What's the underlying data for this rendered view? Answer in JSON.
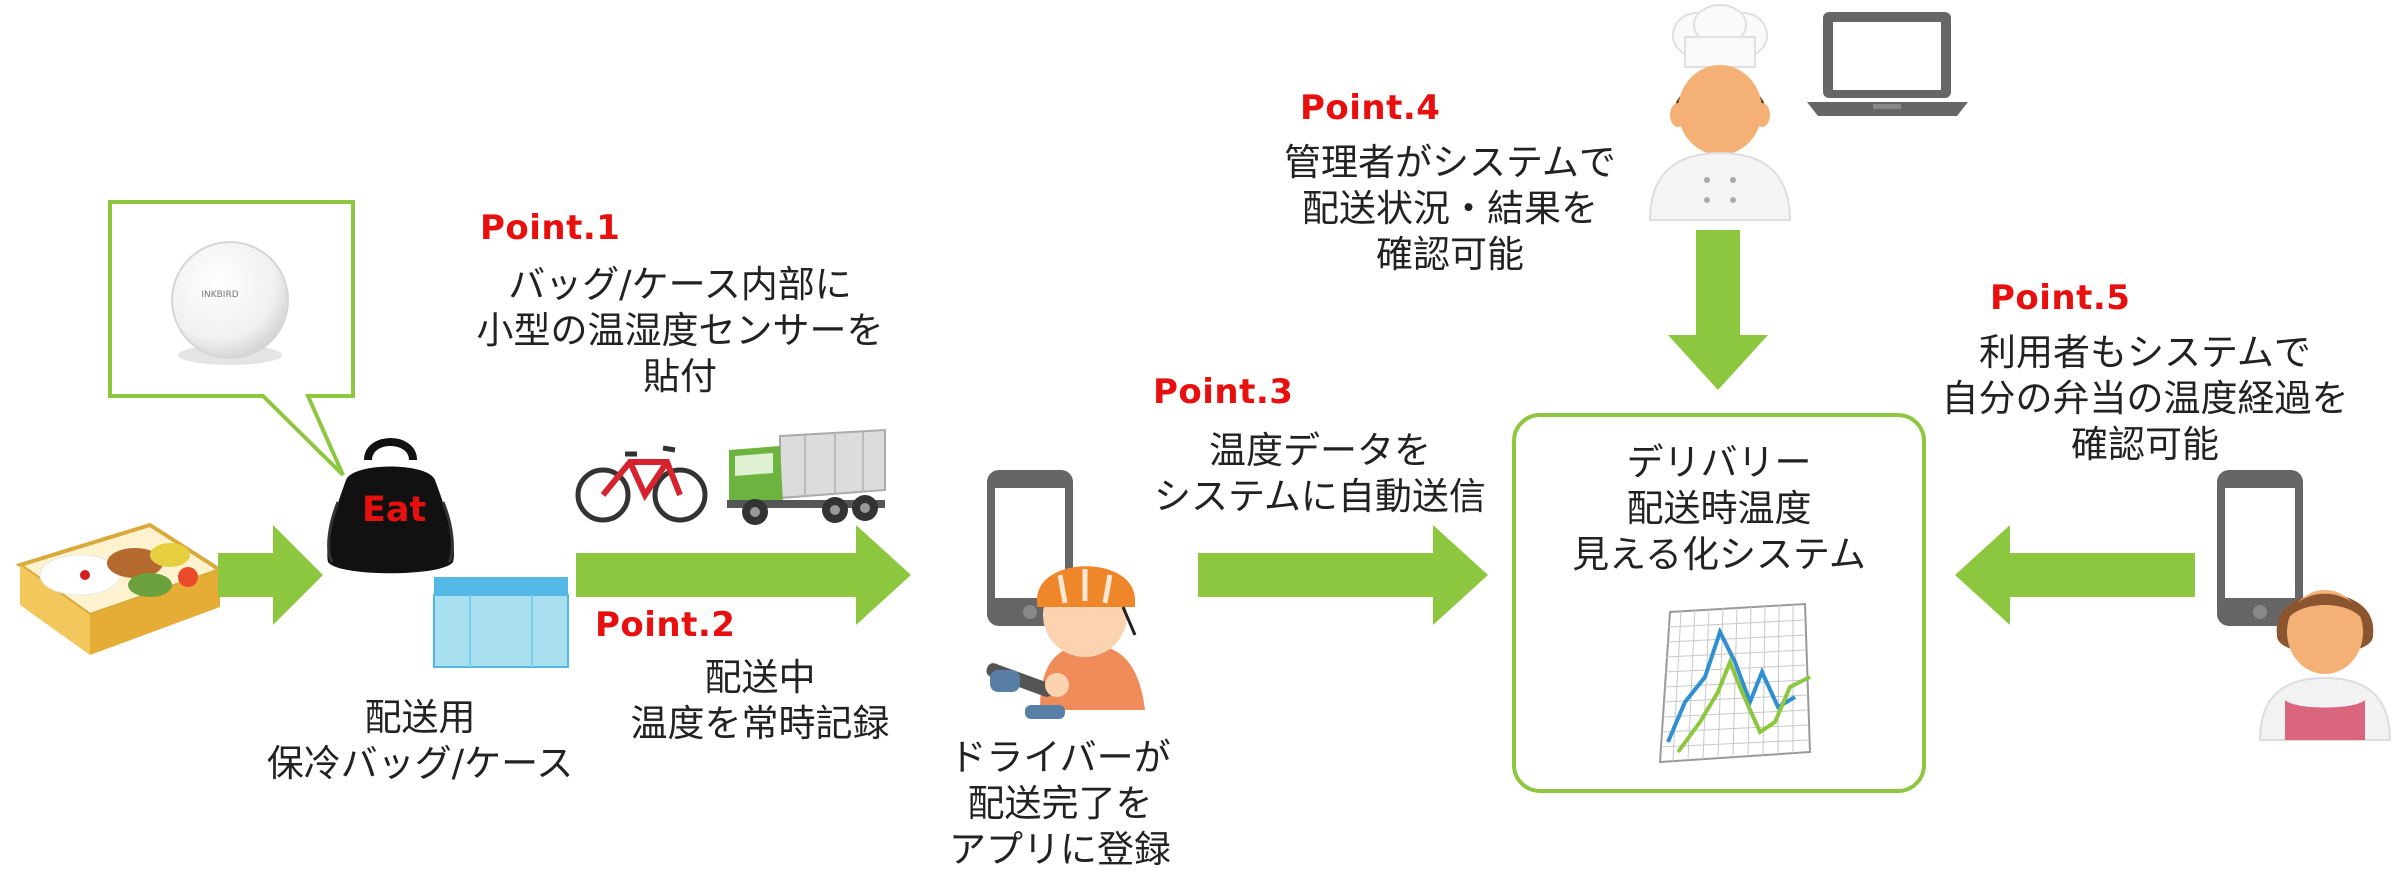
{
  "colors": {
    "arrow_green": "#8dc63f",
    "box_green": "#8dc63f",
    "point_red": "#e8100f",
    "bag_label_red": "#e8100f"
  },
  "points": {
    "p1": "Point.1",
    "p2": "Point.2",
    "p3": "Point.3",
    "p4": "Point.4",
    "p5": "Point.5"
  },
  "texts": {
    "p1_lines": [
      "バッグ/ケース内部に",
      "小型の温湿度センサーを",
      "貼付"
    ],
    "p2_lines": [
      "配送中",
      "温度を常時記録"
    ],
    "p3_lines": [
      "温度データを",
      "システムに自動送信"
    ],
    "p4_lines": [
      "管理者がシステムで",
      "配送状況・結果を",
      "確認可能"
    ],
    "p5_lines": [
      "利用者もシステムで",
      "自分の弁当の温度経過を",
      "確認可能"
    ],
    "bag_caption": [
      "配送用",
      "保冷バッグ/ケース"
    ],
    "driver_caption": [
      "ドライバーが",
      "配送完了を",
      "アプリに登録"
    ],
    "system_box": [
      "デリバリー",
      "配送時温度",
      "見える化システム"
    ],
    "bag_label": "Eat",
    "sensor_brand": "INKBIRD"
  },
  "icons": {
    "bento": "bento-box-icon",
    "sensor": "temperature-sensor-icon",
    "bag": "cooler-bag-icon",
    "case": "cooler-case-icon",
    "bicycle": "bicycle-icon",
    "truck": "truck-icon",
    "phone": "smartphone-icon",
    "driver": "cyclist-driver-icon",
    "chef": "chef-manager-icon",
    "laptop": "laptop-icon",
    "chart": "line-chart-icon",
    "user": "user-woman-icon"
  }
}
